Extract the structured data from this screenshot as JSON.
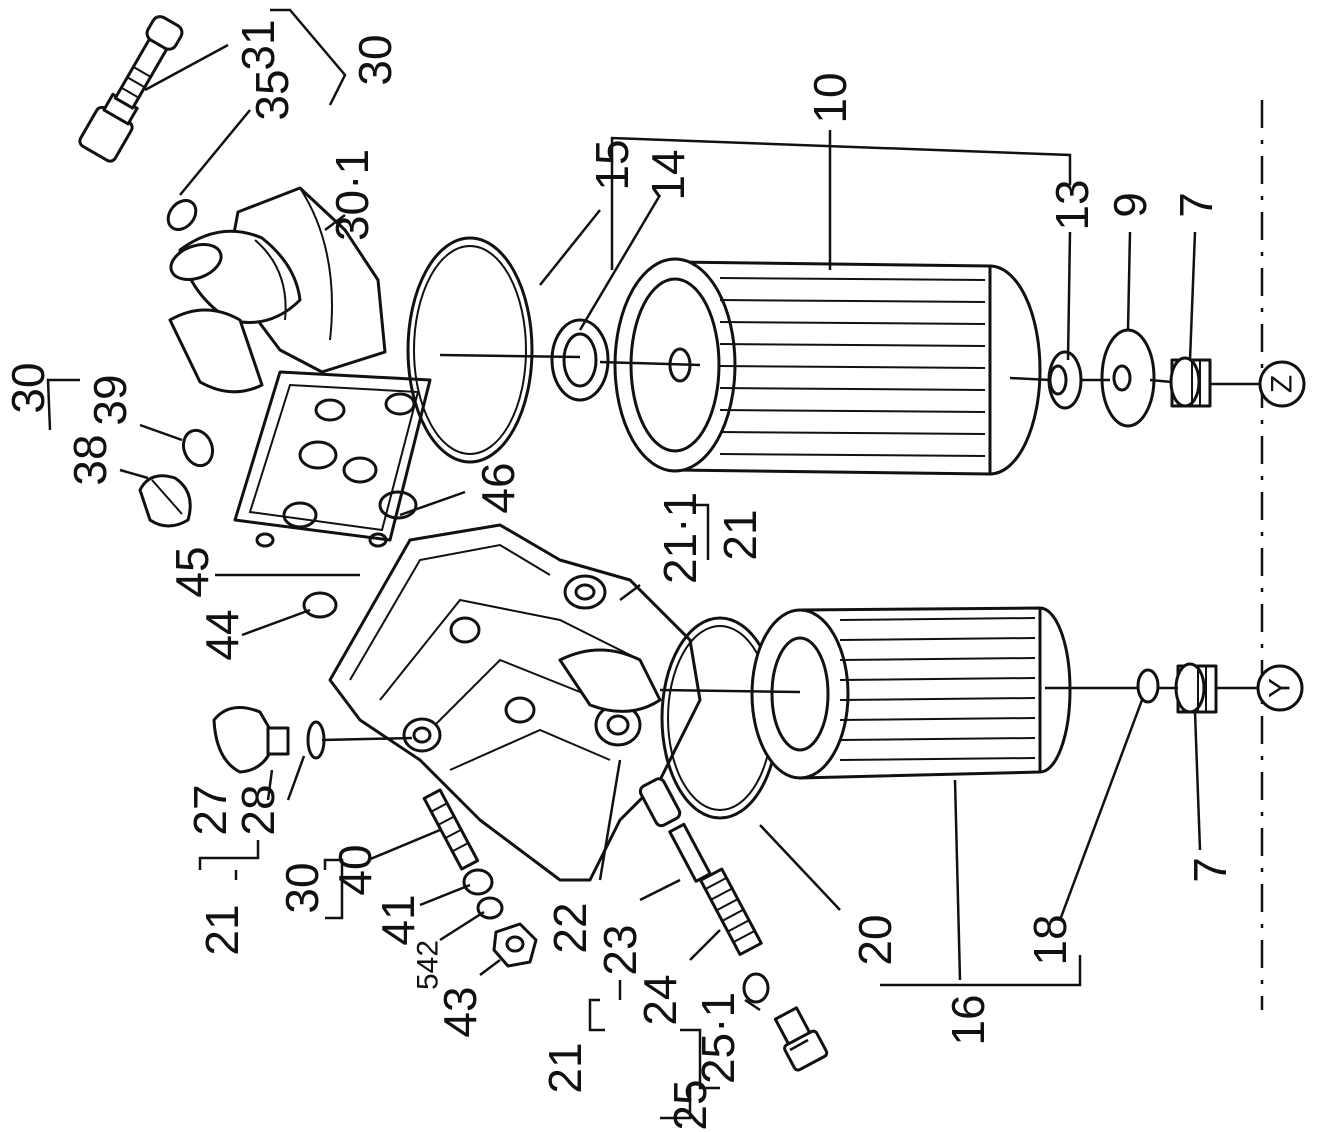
{
  "diagram": {
    "callouts": {
      "c31": "31",
      "c35": "35",
      "c30_top": "30",
      "c30_1": "30·1",
      "c30_left": "30",
      "c39": "39",
      "c38": "38",
      "c10": "10",
      "c15": "15",
      "c14": "14",
      "c13": "13",
      "c9": "9",
      "c7_top": "7",
      "c46": "46",
      "c45": "45",
      "c44": "44",
      "c21_1": "21·1",
      "c21_right": "21",
      "c27": "27",
      "c28": "28",
      "c21_left": "21",
      "c30_mid": "30",
      "c40": "40",
      "c41": "41",
      "c542": "542",
      "c43": "43",
      "c22": "22",
      "c23": "23",
      "c24": "24",
      "c21_bottom": "21",
      "c25_1": "25·1",
      "c25": "25",
      "c20": "20",
      "c16": "16",
      "c18": "18",
      "c7_bottom": "7"
    },
    "reference_points": {
      "z": "Z",
      "y": "Y"
    }
  }
}
